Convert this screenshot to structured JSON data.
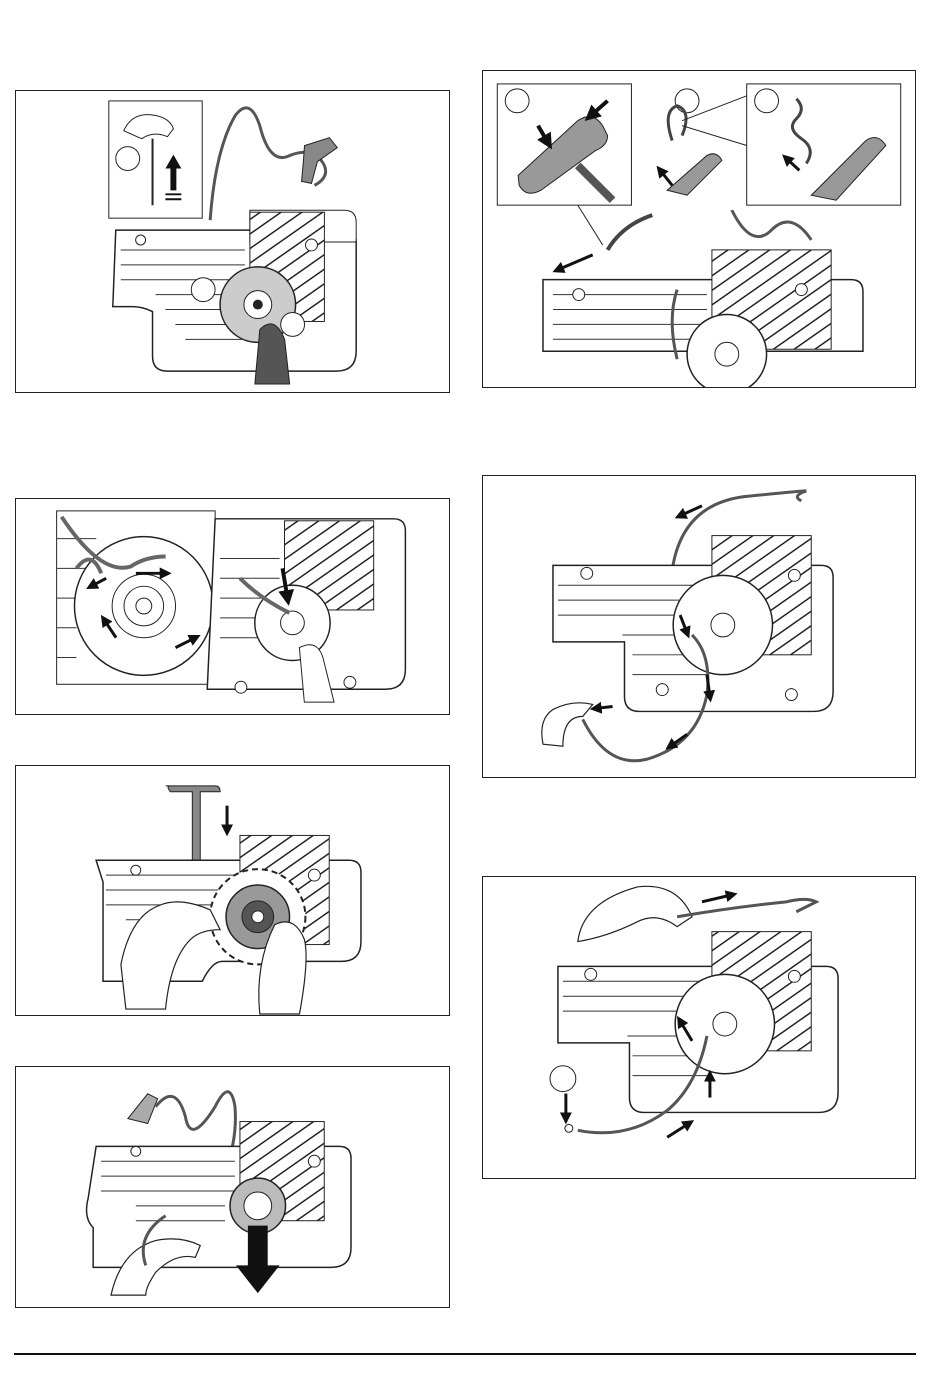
{
  "page": {
    "callout_labels": [
      "",
      "",
      "",
      "",
      "",
      "",
      ""
    ]
  },
  "figures": [
    {
      "id": "fig-1",
      "callouts": [
        "",
        "",
        ""
      ]
    },
    {
      "id": "fig-2"
    },
    {
      "id": "fig-3"
    },
    {
      "id": "fig-4"
    },
    {
      "id": "fig-5",
      "callouts": [
        "",
        "",
        ""
      ]
    },
    {
      "id": "fig-6"
    },
    {
      "id": "fig-7",
      "callouts": [
        ""
      ]
    }
  ]
}
